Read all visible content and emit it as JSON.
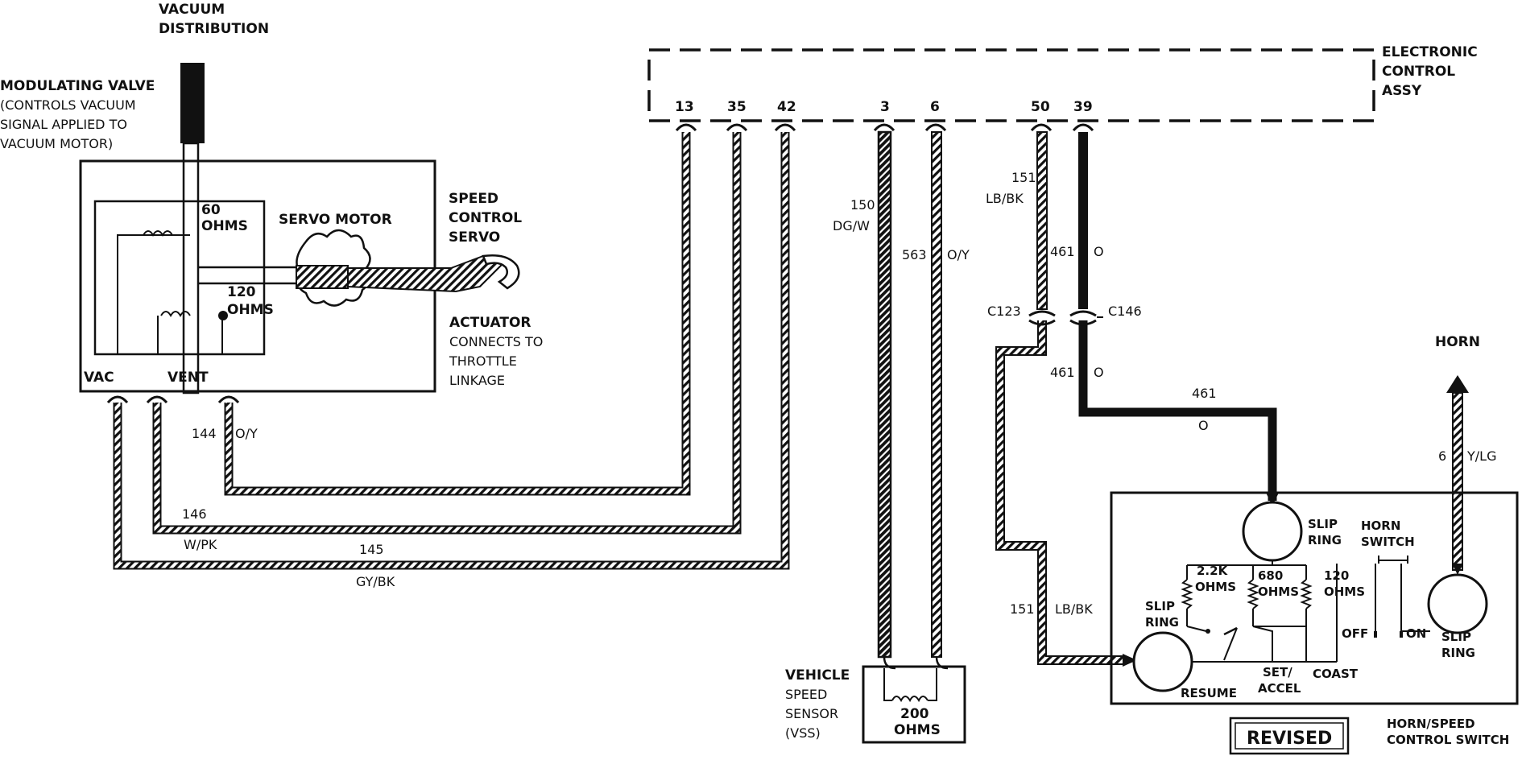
{
  "labels": {
    "vacuum_distribution": [
      "VACUUM",
      "DISTRIBUTION"
    ],
    "modulating_valve": [
      "MODULATING VALVE",
      "(CONTROLS VACUUM",
      "SIGNAL APPLIED TO",
      "VACUUM MOTOR)"
    ],
    "speed_control_servo": [
      "SPEED",
      "CONTROL",
      "SERVO"
    ],
    "servo_motor": "SERVO MOTOR",
    "ohms_60": [
      "60",
      "OHMS"
    ],
    "ohms_120_servo": [
      "120",
      "OHMS"
    ],
    "actuator": [
      "ACTUATOR",
      "CONNECTS TO",
      "THROTTLE",
      "LINKAGE"
    ],
    "port_vac": "VAC",
    "port_vent": "VENT",
    "eca": [
      "ELECTRONIC",
      "CONTROL",
      "ASSY"
    ],
    "vss": [
      "VEHICLE",
      "SPEED",
      "SENSOR",
      "(VSS)"
    ],
    "vss_ohms": [
      "200",
      "OHMS"
    ],
    "horn": "HORN",
    "horn_speed_switch": [
      "HORN/SPEED",
      "CONTROL SWITCH"
    ],
    "revised": "REVISED",
    "slip_ring": [
      "SLIP",
      "RING"
    ],
    "horn_switch": [
      "HORN",
      "SWITCH"
    ],
    "r_22k": [
      "2.2K",
      "OHMS"
    ],
    "r_680": [
      "680",
      "OHMS"
    ],
    "r_120": [
      "120",
      "OHMS"
    ],
    "off": "OFF",
    "on": "ON",
    "resume": "RESUME",
    "set_accel": [
      "SET/",
      "ACCEL"
    ],
    "coast": "COAST"
  },
  "pins": [
    "13",
    "35",
    "42",
    "3",
    "6",
    "50",
    "39"
  ],
  "connectors": {
    "c123": "C123",
    "c146": "C146"
  },
  "wires": {
    "w144": {
      "num": "144",
      "color": "O/Y"
    },
    "w146": {
      "num": "146",
      "color": "W/PK"
    },
    "w145": {
      "num": "145",
      "color": "GY/BK"
    },
    "w150": {
      "num": "150",
      "color": "DG/W"
    },
    "w563": {
      "num": "563",
      "color": "O/Y"
    },
    "w151a": {
      "num": "151",
      "color": "LB/BK"
    },
    "w461a": {
      "num": "461",
      "color": "O"
    },
    "w461b": {
      "num": "461",
      "color": "O"
    },
    "w461c": {
      "num": "461",
      "color": "O"
    },
    "w151b": {
      "num": "151",
      "color": "LB/BK"
    },
    "w6": {
      "num": "6",
      "color": "Y/LG"
    }
  }
}
